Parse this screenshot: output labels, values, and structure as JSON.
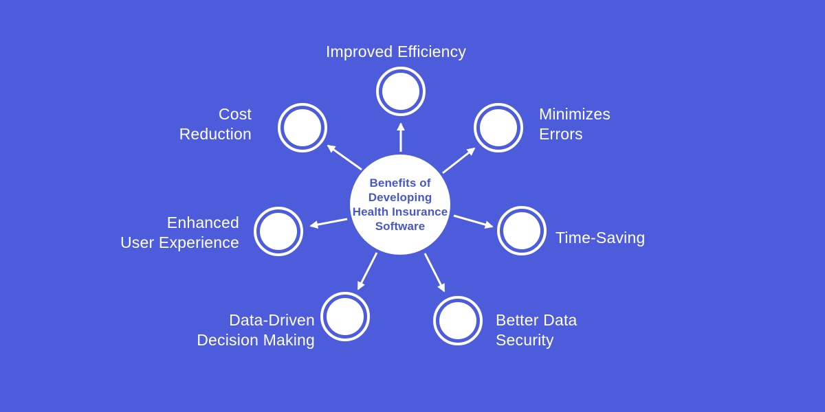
{
  "title": "Benefits of Developing Health Insurance Software",
  "diagram_type": "radial-spoke",
  "colors": {
    "background": "#4c5cda",
    "node_fill": "#ffffff",
    "arrow": "#ffffff",
    "center_text": "#4757c9",
    "label_text": "#ffffff"
  },
  "center_node": {
    "label": "Benefits of\nDeveloping\nHealth Insurance\nSoftware"
  },
  "nodes": [
    {
      "id": "improved-efficiency",
      "label": "Improved Efficiency"
    },
    {
      "id": "cost-reduction",
      "label": "Cost\nReduction"
    },
    {
      "id": "minimizes-errors",
      "label": "Minimizes\nErrors"
    },
    {
      "id": "enhanced-user-experience",
      "label": "Enhanced\nUser Experience"
    },
    {
      "id": "time-saving",
      "label": "Time-Saving"
    },
    {
      "id": "data-driven-decision-making",
      "label": "Data-Driven\nDecision Making"
    },
    {
      "id": "better-data-security",
      "label": "Better Data\nSecurity"
    }
  ]
}
